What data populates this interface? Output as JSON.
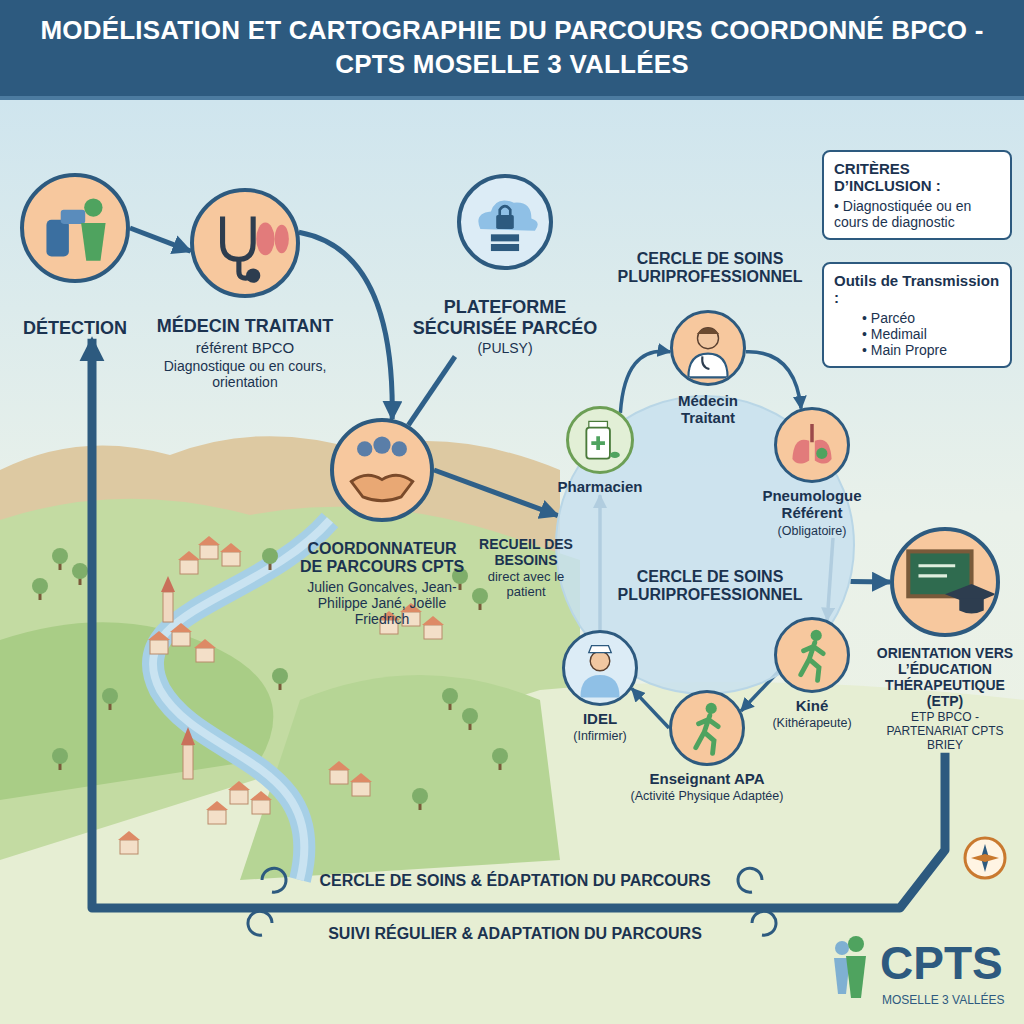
{
  "diagram": {
    "title": "MODÉLISATION ET CARTOGRAPHIE DU PARCOURS COORDONNÉ BPCO - CPTS MOSELLE 3 VALLÉES",
    "nodes": [
      {
        "text": [
          "DÉTECTION"
        ]
      },
      {
        "text": [
          "MÉDECIN TRAITANT",
          "référent BPCO",
          "Diagnostique ou en cours, orientation"
        ]
      },
      {
        "text": [
          "PLATEFORME SÉCURISÉE PARCÉO",
          "(PULSY)"
        ]
      },
      {
        "text": [
          "COORDONNATEUR DE PARCOURS CPTS",
          "Julien Goncalves, Jean-Philippe Jané, Joëlle Friedrich"
        ]
      },
      {
        "text": [
          "CRITÈRES D’INCLUSION :",
          "• Diagnostiquée ou en cours de diagnostic"
        ]
      },
      {
        "text": [
          "Outils de Transmission :",
          "• Parcéo",
          "• Medimail",
          "• Main Propre"
        ]
      },
      {
        "text": [
          "CERCLE DE SOINS PLURIPROFESSIONNEL",
          "CERCLE DE SOINS PLURIPROFESSIONNEL"
        ]
      },
      {
        "text": [
          "Médecin Traitant"
        ],
        "in": 6
      },
      {
        "text": [
          "Pneumologue Référent",
          "(Obligatoire)"
        ],
        "in": 6
      },
      {
        "text": [
          "Kiné",
          "(Kithérapeute)"
        ],
        "in": 6
      },
      {
        "text": [
          "Enseignant APA",
          "(Activité Physique Adaptée)"
        ],
        "in": 6
      },
      {
        "text": [
          "IDEL",
          "(Infirmier)"
        ],
        "in": 6
      },
      {
        "text": [
          "Pharmacien"
        ],
        "in": 6
      },
      {
        "text": [
          "ORIENTATION VERS L’ÉDUCATION THÉRAPEUTIQUE (ETP)",
          "ETP BPCO - PARTENARIAT CPTS BRIEY"
        ]
      }
    ],
    "edges": [
      {
        "from": 0,
        "to": 1,
        "arrow": "to"
      },
      {
        "from": 1,
        "to": 3,
        "arrow": "to"
      },
      {
        "from": 2,
        "to": 3,
        "arrow": "none"
      },
      {
        "from": 3,
        "to": 6,
        "arrow": "to"
      },
      {
        "from": 12,
        "to": 7,
        "arrow": "to"
      },
      {
        "from": 7,
        "to": 8,
        "arrow": "to"
      },
      {
        "from": 8,
        "to": 9,
        "arrow": "to"
      },
      {
        "from": 9,
        "to": 10,
        "arrow": "to"
      },
      {
        "from": 10,
        "to": 11,
        "arrow": "to"
      },
      {
        "from": 11,
        "to": 12,
        "arrow": "to"
      },
      {
        "from": 6,
        "to": 13,
        "arrow": "to"
      },
      {
        "from": 13,
        "to": 0,
        "label": "SUIVI RÉGULIER & ADAPTATION DU PARCOURS",
        "arrow": "to"
      }
    ],
    "labels": [
      "RECUEIL DES BESOINS",
      "direct avec le patient",
      "CERCLE DE SOINS & ÉDAPTATION DU PARCOURS",
      "CPTS",
      "MOSELLE 3 VALLÉES"
    ]
  }
}
